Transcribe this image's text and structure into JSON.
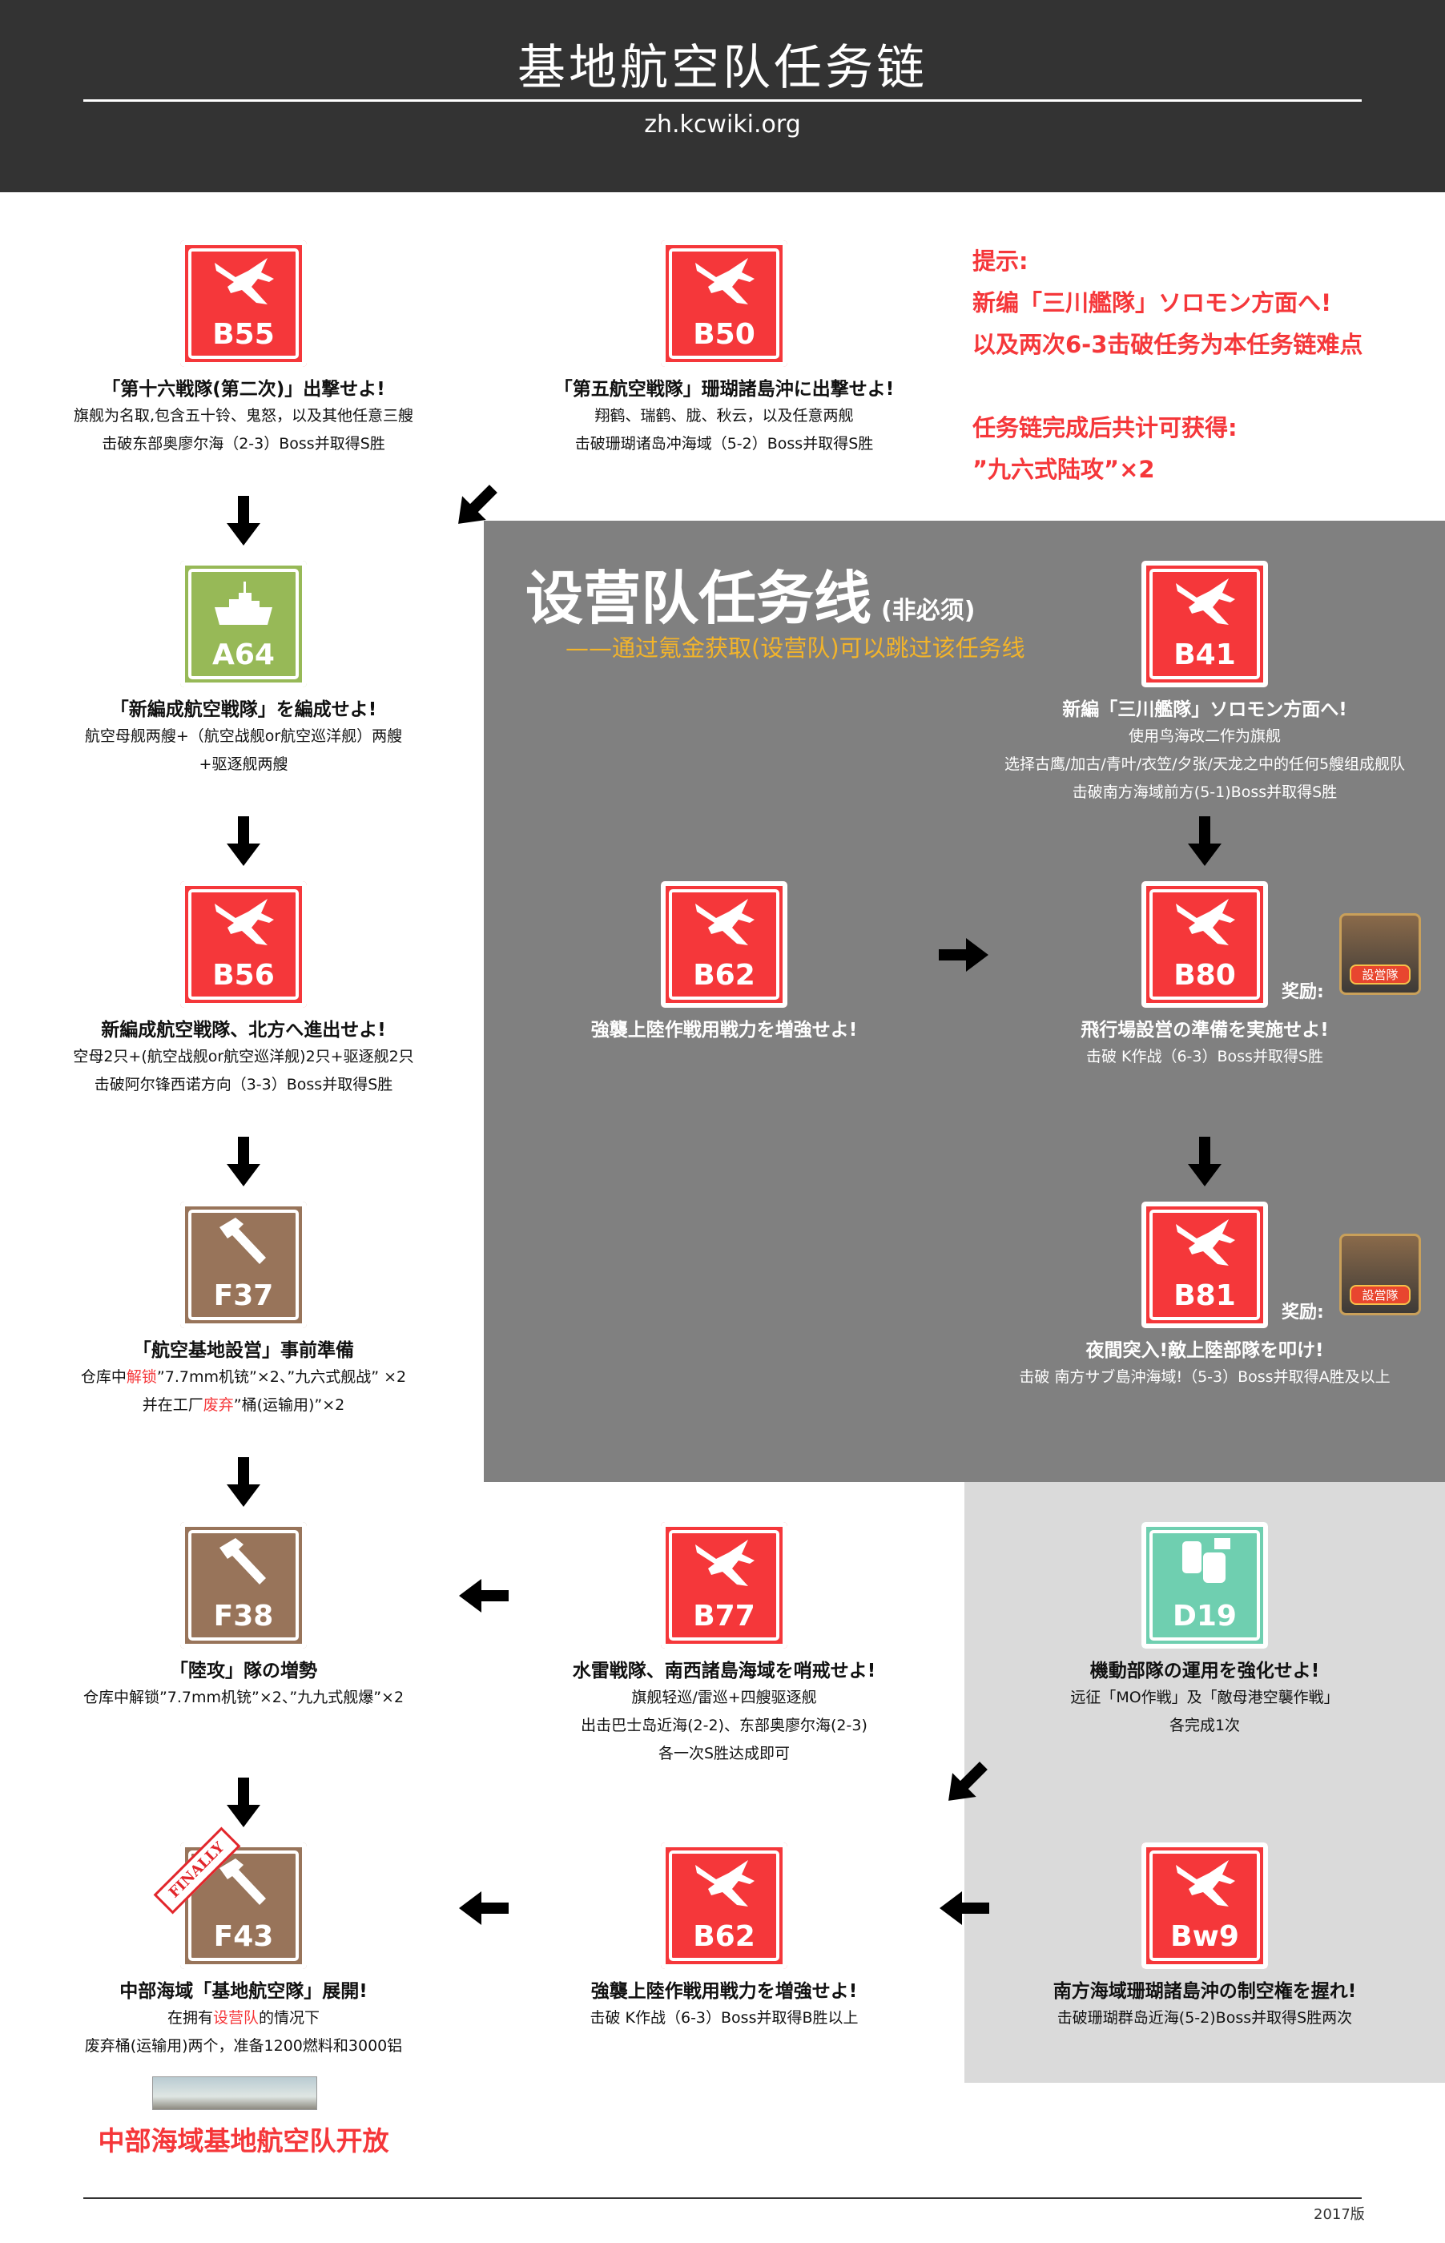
{
  "header": {
    "title": "基地航空队任务链",
    "url": "zh.kcwiki.org"
  },
  "hint": {
    "label": "提示:",
    "line1": "新编「三川艦隊」ソロモン方面へ!",
    "line2": "以及两次6-3击破任务为本任务链难点",
    "reward_label": "任务链完成后共计可获得:",
    "reward": "”九六式陆攻”×2"
  },
  "section": {
    "title": "设营队任务线",
    "note": "(非必须)",
    "subtitle": "——通过氪金获取(设营队)可以跳过该任务线"
  },
  "colors": {
    "red": "#f5373a",
    "green": "#97b957",
    "brown": "#98745a",
    "teal": "#6fcfb0",
    "dark_panel": "#808080",
    "light_panel": "#dadada"
  },
  "cards": [
    {
      "id": "B55",
      "icon": "plane-icon",
      "color": "red",
      "title": "「第十六戦隊(第二次)」出撃せよ!",
      "lines": [
        [
          {
            "t": "旗舰为名取,包含五十铃、鬼怒，以及其他任意三艘"
          }
        ],
        [
          {
            "t": "击破东部奥廖尔海（2-3）Boss并取得S胜"
          }
        ]
      ]
    },
    {
      "id": "B50",
      "icon": "plane-icon",
      "color": "red",
      "title": "「第五航空戦隊」珊瑚諸島沖に出撃せよ!",
      "lines": [
        [
          {
            "t": "翔鹤、瑞鹤、胧、秋云，以及任意两舰"
          }
        ],
        [
          {
            "t": "击破珊瑚诸岛冲海域（5-2）Boss并取得S胜"
          }
        ]
      ]
    },
    {
      "id": "A64",
      "icon": "ship-icon",
      "color": "green",
      "title": "「新編成航空戦隊」を編成せよ!",
      "lines": [
        [
          {
            "t": "航空母舰两艘+（航空战舰or航空巡洋舰）两艘"
          }
        ],
        [
          {
            "t": "+驱逐舰两艘"
          }
        ]
      ]
    },
    {
      "id": "B41",
      "icon": "plane-icon",
      "color": "red",
      "title": "新編「三川艦隊」ソロモン方面へ!",
      "lines": [
        [
          {
            "t": "使用鸟海改二作为旗舰"
          }
        ],
        [
          {
            "t": "选择古鹰/加古/青叶/衣笠/夕张/天龙之中的任何5艘组成舰队"
          }
        ],
        [
          {
            "t": "击破南方海域前方(5-1)Boss并取得S胜"
          }
        ]
      ]
    },
    {
      "id": "B56",
      "icon": "plane-icon",
      "color": "red",
      "title": "新編成航空戦隊、北方へ進出せよ!",
      "lines": [
        [
          {
            "t": "空母2只+(航空战舰or航空巡洋舰)2只+驱逐舰2只"
          }
        ],
        [
          {
            "t": "击破阿尔锋西诺方向（3-3）Boss并取得S胜"
          }
        ]
      ]
    },
    {
      "id": "B62a",
      "code": "B62",
      "icon": "plane-icon",
      "color": "red",
      "title": "強襲上陸作戦用戦力を増強せよ!",
      "lines": []
    },
    {
      "id": "B80",
      "icon": "plane-icon",
      "color": "red",
      "title": "飛行場設営の準備を実施せよ!",
      "lines": [
        [
          {
            "t": "击破 K作战（6-3）Boss并取得S胜"
          }
        ]
      ],
      "reward": {
        "label": "奖励:",
        "item": "設営隊"
      }
    },
    {
      "id": "F37",
      "icon": "hammer-icon",
      "color": "brown",
      "title": "「航空基地設営」事前準備",
      "lines": [
        [
          {
            "t": "仓库中"
          },
          {
            "t": "解锁",
            "r": true
          },
          {
            "t": "”7.7mm机铳”×2、”九六式舰战” ×2"
          }
        ],
        [
          {
            "t": "并在工厂"
          },
          {
            "t": "废弃",
            "r": true
          },
          {
            "t": "”桶(运输用)”×2"
          }
        ]
      ]
    },
    {
      "id": "B81",
      "icon": "plane-icon",
      "color": "red",
      "title": "夜間突入!敵上陸部隊を叩け!",
      "lines": [
        [
          {
            "t": "击破 南方サブ島沖海域!（5-3）Boss并取得A胜及以上"
          }
        ]
      ],
      "reward": {
        "label": "奖励:",
        "item": "設営隊"
      }
    },
    {
      "id": "F38",
      "icon": "hammer-icon",
      "color": "brown",
      "title": "「陸攻」隊の増勢",
      "lines": [
        [
          {
            "t": "仓库中解锁”7.7mm机铳”×2、”九九式舰爆”×2"
          }
        ]
      ]
    },
    {
      "id": "B77",
      "icon": "plane-icon",
      "color": "red",
      "title": "水雷戦隊、南西諸島海域を哨戒せよ!",
      "lines": [
        [
          {
            "t": "旗舰轻巡/雷巡+四艘驱逐舰"
          }
        ],
        [
          {
            "t": "出击巴士岛近海(2-2)、东部奥廖尔海(2-3)"
          }
        ],
        [
          {
            "t": "各一次S胜达成即可"
          }
        ]
      ]
    },
    {
      "id": "D19",
      "icon": "barrel-icon",
      "color": "teal",
      "title": "機動部隊の運用を強化せよ!",
      "lines": [
        [
          {
            "t": "远征「MO作戦」及「敵母港空襲作戦」"
          }
        ],
        [
          {
            "t": "各完成1次"
          }
        ]
      ]
    },
    {
      "id": "F43",
      "icon": "hammer-icon",
      "color": "brown",
      "title": "中部海域「基地航空隊」展開!",
      "lines": [
        [
          {
            "t": "在拥有"
          },
          {
            "t": "设营队",
            "r": true
          },
          {
            "t": "的情况下"
          }
        ],
        [
          {
            "t": "废弃桶(运输用)两个，准备1200燃料和3000铝"
          }
        ]
      ],
      "stamp": "FINALLY"
    },
    {
      "id": "B62b",
      "code": "B62",
      "icon": "plane-icon",
      "color": "red",
      "title": "強襲上陸作戦用戦力を増強せよ!",
      "lines": [
        [
          {
            "t": "击破 K作战（6-3）Boss并取得B胜以上"
          }
        ]
      ]
    },
    {
      "id": "Bw9",
      "icon": "plane-icon",
      "color": "red",
      "title": "南方海域珊瑚諸島沖の制空権を握れ!",
      "lines": [
        [
          {
            "t": "击破珊瑚群岛近海(5-2)Boss并取得S胜两次"
          }
        ]
      ]
    }
  ],
  "final": {
    "text": "中部海域基地航空队开放"
  },
  "footer": {
    "version": "2017版"
  }
}
